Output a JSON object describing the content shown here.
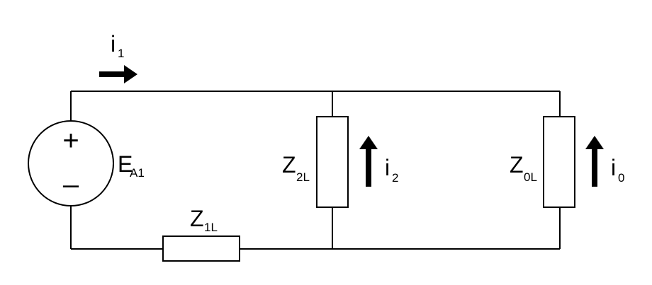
{
  "source": {
    "label_main": "E",
    "label_sub": "A1",
    "plus": "+",
    "minus": "–"
  },
  "impedances": {
    "z1": {
      "main": "Z",
      "sub": "1L"
    },
    "z2": {
      "main": "Z",
      "sub": "2L"
    },
    "z0": {
      "main": "Z",
      "sub": "0L"
    }
  },
  "currents": {
    "i1": {
      "main": "i",
      "sub": "1"
    },
    "i2": {
      "main": "i",
      "sub": "2"
    },
    "i0": {
      "main": "i",
      "sub": "0"
    }
  }
}
